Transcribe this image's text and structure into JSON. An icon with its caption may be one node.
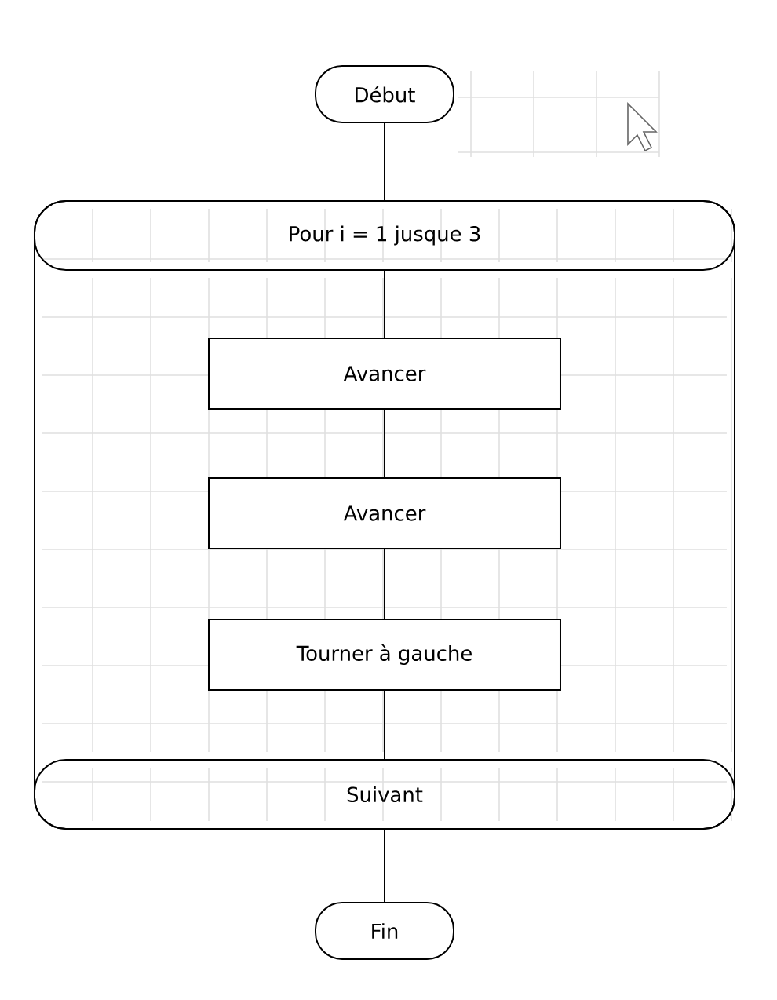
{
  "diagram": {
    "nodes": [
      {
        "text": [
          "Début"
        ]
      },
      {
        "text": [],
        "shape": "box"
      },
      {
        "text": [
          "Pour i = 1 jusque 3"
        ],
        "in": 1
      },
      {
        "text": [
          "Avancer"
        ],
        "in": 1
      },
      {
        "text": [
          "Avancer"
        ],
        "in": 1
      },
      {
        "text": [
          "Tourner à gauche"
        ],
        "in": 1
      },
      {
        "text": [
          "Suivant"
        ],
        "in": 1
      },
      {
        "text": [
          "Fin"
        ]
      }
    ],
    "edges": [
      {
        "from": 0,
        "to": 2,
        "arrow": "none"
      },
      {
        "from": 2,
        "to": 3,
        "arrow": "none"
      },
      {
        "from": 3,
        "to": 4,
        "arrow": "none"
      },
      {
        "from": 4,
        "to": 5,
        "arrow": "none"
      },
      {
        "from": 5,
        "to": 6,
        "arrow": "none"
      },
      {
        "from": 6,
        "to": 7,
        "arrow": "none"
      }
    ]
  }
}
